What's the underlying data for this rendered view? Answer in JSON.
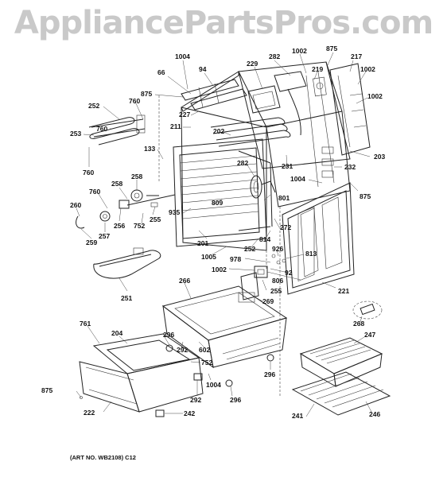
{
  "watermark": "AppliancePartsPros.com",
  "art_number": "(ART NO. WB2108) C12",
  "labels": {
    "l1004a": "1004",
    "l94": "94",
    "l66": "66",
    "l875a": "875",
    "l229": "229",
    "l282a": "282",
    "l1002a": "1002",
    "l875b": "875",
    "l217": "217",
    "l219": "219",
    "l1002b": "1002",
    "l1002c": "1002",
    "l760a": "760",
    "l252a": "252",
    "l227": "227",
    "l211": "211",
    "l253": "253",
    "l760b": "760",
    "l202": "202",
    "l133": "133",
    "l760c": "760",
    "l203": "203",
    "l282b": "282",
    "l231": "231",
    "l232": "232",
    "l1004b": "1004",
    "l875c": "875",
    "l258a": "258",
    "l258b": "258",
    "l760d": "760",
    "l801": "801",
    "l260": "260",
    "l809": "809",
    "l935": "935",
    "l255a": "255",
    "l256": "256",
    "l752a": "752",
    "l257": "257",
    "l259": "259",
    "l272": "272",
    "l201": "201",
    "l814": "814",
    "l252b": "252",
    "l926": "926",
    "l813": "813",
    "l1005": "1005",
    "l978": "978",
    "l1002d": "1002",
    "l92": "92",
    "l806": "806",
    "l255b": "255",
    "l251": "251",
    "l266": "266",
    "l269": "269",
    "l221": "221",
    "l761": "761",
    "l204": "204",
    "l296a": "296",
    "l292a": "292",
    "l602": "602",
    "l752b": "752",
    "l268": "268",
    "l247": "247",
    "l875d": "875",
    "l1004c": "1004",
    "l296b": "296",
    "l292b": "292",
    "l296c": "296",
    "l222": "222",
    "l242": "242",
    "l241": "241",
    "l246": "246"
  }
}
